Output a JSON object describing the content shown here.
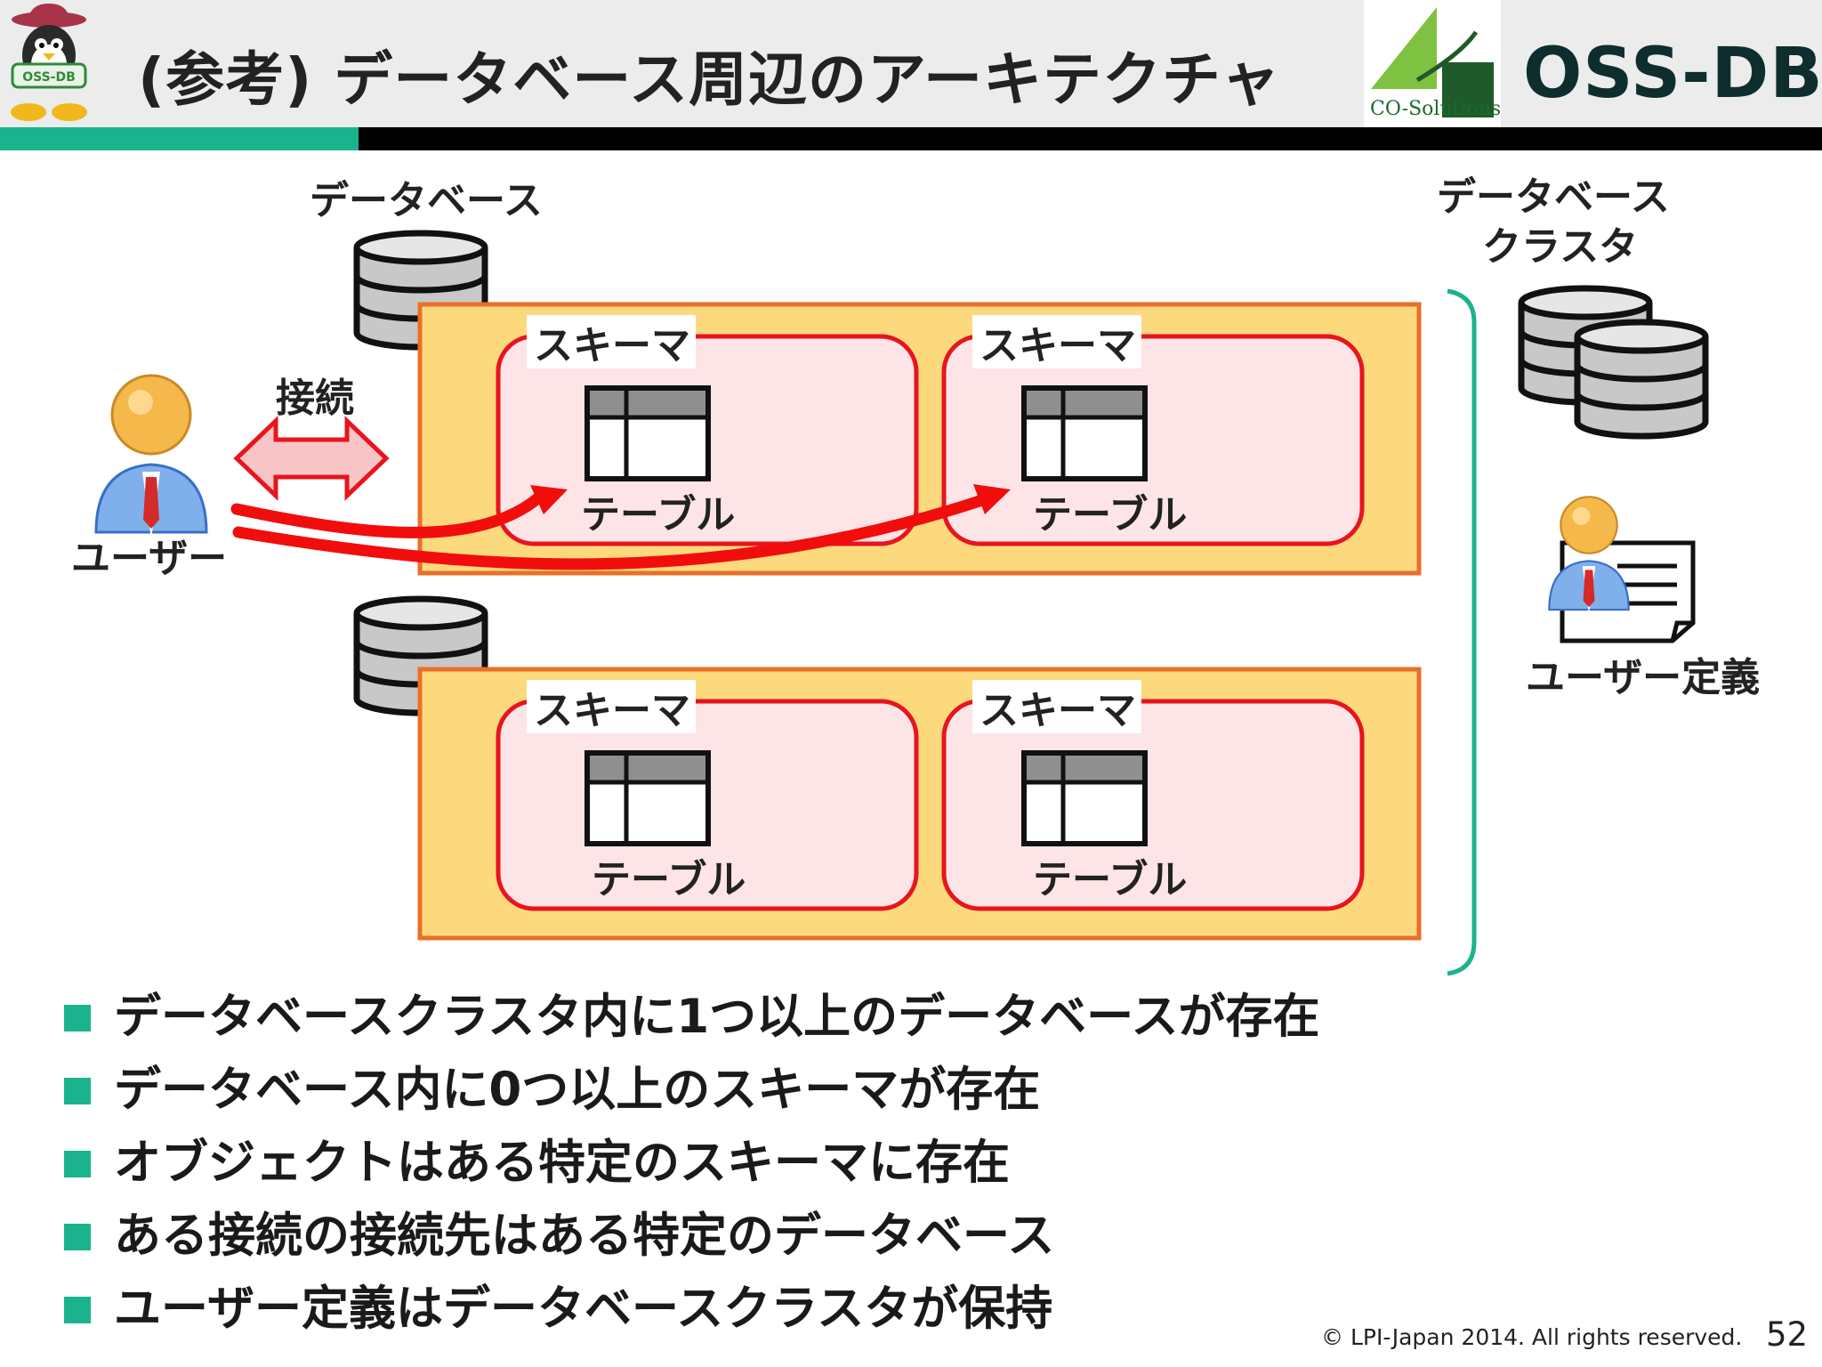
{
  "header": {
    "title": "(参考) データベース周辺のアーキテクチャ",
    "mascot_badge": "OSS-DB",
    "company_logo_text": "CO-Solutions",
    "brand": "OSS-DB"
  },
  "diagram": {
    "database_label": "データベース",
    "cluster_label_line1": "データベース",
    "cluster_label_line2": "クラスタ",
    "connection_label": "接続",
    "user_label": "ユーザー",
    "user_definition_label": "ユーザー定義",
    "schema_label": "スキーマ",
    "table_label": "テーブル",
    "colors": {
      "database_box_fill": "#fdd97e",
      "database_box_border": "#e8702a",
      "schema_fill": "#fde4e6",
      "schema_border": "#e8141e",
      "arrow": "#f20d0d",
      "bracket": "#1bb38e"
    }
  },
  "bullets": [
    "データベースクラスタ内に1つ以上のデータベースが存在",
    "データベース内に0つ以上のスキーマが存在",
    "オブジェクトはある特定のスキーマに存在",
    "ある接続の接続先はある特定のデータベース",
    "ユーザー定義はデータベースクラスタが保持"
  ],
  "footer": {
    "copyright": "© LPI-Japan 2014. All rights reserved.",
    "page_number": "52"
  }
}
